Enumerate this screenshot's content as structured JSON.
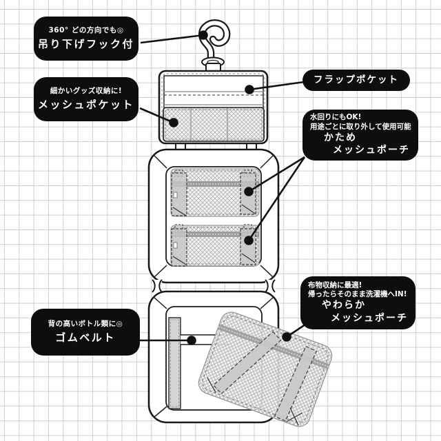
{
  "diagram": {
    "subject": "hanging travel toiletry pouch anatomy diagram"
  },
  "labels": {
    "hook": {
      "note": "360° どの方向でも◎",
      "name": "吊り下げフック付"
    },
    "mesh_pocket": {
      "note": "細かいグッズ収納に!",
      "name": "メッシュポケット"
    },
    "flap_pocket": {
      "name": "フラップポケット"
    },
    "firm_pouch": {
      "note1": "水回りにもOK!",
      "note2": "用途ごとに取り外して使用可能",
      "name1": "かため",
      "name2": "メッシュポーチ"
    },
    "soft_pouch": {
      "note1": "布物収納に最適!",
      "note2": "帰ったらそのまま洗濯機へIN!",
      "name1": "やわらか",
      "name2": "メッシュポーチ"
    },
    "elastic_belt": {
      "note": "背の高いボトル類に◎",
      "name": "ゴムベルト"
    }
  },
  "colors": {
    "label_bg": "#0e0e0e",
    "label_text": "#ffffff",
    "leader_line": "#111111",
    "outline": "#1a1a1a",
    "mesh_line": "#b5b5b5",
    "zipper": "#9c9c9c",
    "strap_fill": "#c9c9c9",
    "belt_strip_fill": "#d4d4d4",
    "grid_line": "#cfcfcf",
    "background": "#ffffff"
  }
}
